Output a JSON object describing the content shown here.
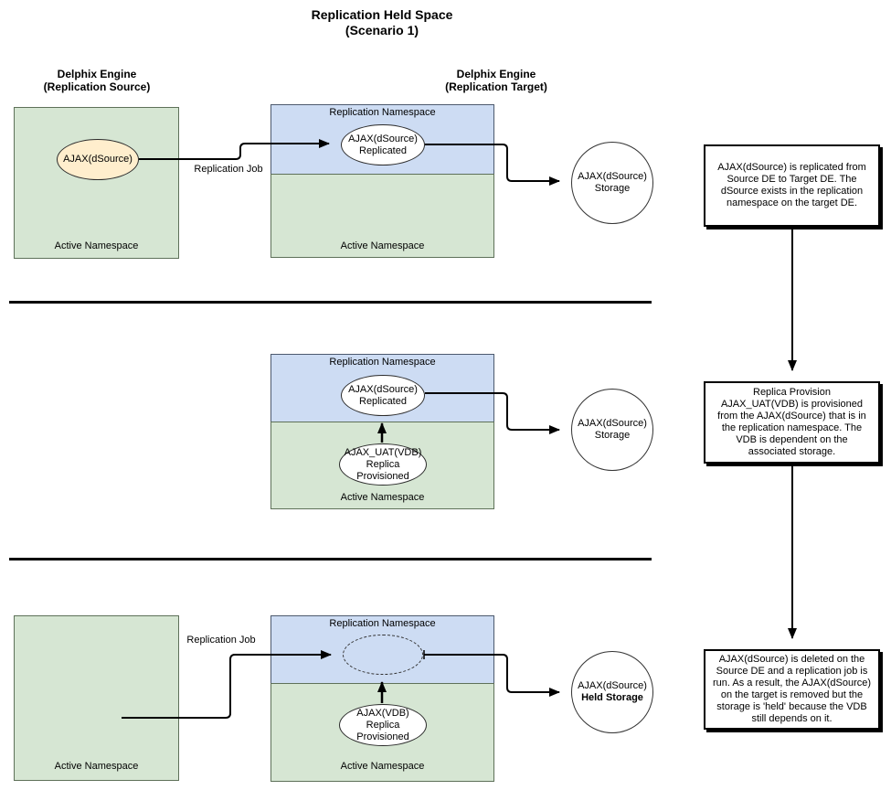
{
  "title": {
    "line1": "Replication Held Space",
    "line2": "(Scenario 1)"
  },
  "headers": {
    "source_line1": "Delphix Engine",
    "source_line2": "(Replication Source)",
    "target_line1": "Delphix Engine",
    "target_line2": "(Replication Target)"
  },
  "labels": {
    "replication_namespace": "Replication Namespace",
    "active_namespace": "Active Namespace",
    "replication_job": "Replication Job"
  },
  "step1": {
    "source_dsource": "AJAX(dSource)",
    "replicated_line1": "AJAX(dSource)",
    "replicated_line2": "Replicated",
    "storage_line1": "AJAX(dSource)",
    "storage_line2": "Storage",
    "note": "AJAX(dSource) is replicated from Source DE to Target DE.  The dSource exists in the replication namespace on the target DE."
  },
  "step2": {
    "replicated_line1": "AJAX(dSource)",
    "replicated_line2": "Replicated",
    "vdb_line1": "AJAX_UAT(VDB)",
    "vdb_line2": "Replica Provisioned",
    "storage_line1": "AJAX(dSource)",
    "storage_line2": "Storage",
    "note": "Replica Provision\nAJAX_UAT(VDB) is provisioned from the AJAX(dSource) that is in the replication namespace.  The VDB is dependent on the associated storage."
  },
  "step3": {
    "vdb_line1": "AJAX(VDB)",
    "vdb_line2": "Replica Provisioned",
    "storage_line1": "AJAX(dSource)",
    "storage_line2": "Held Storage",
    "note": "AJAX(dSource) is deleted on the Source DE and a replication job is run. As a result, the AJAX(dSource) on the target is removed but the storage is 'held' because the VDB still depends on it."
  },
  "colors": {
    "green_fill": "#d6e6d3",
    "blue_fill": "#cddcf3",
    "cream_fill": "#ffeecd",
    "line": "#000000"
  }
}
